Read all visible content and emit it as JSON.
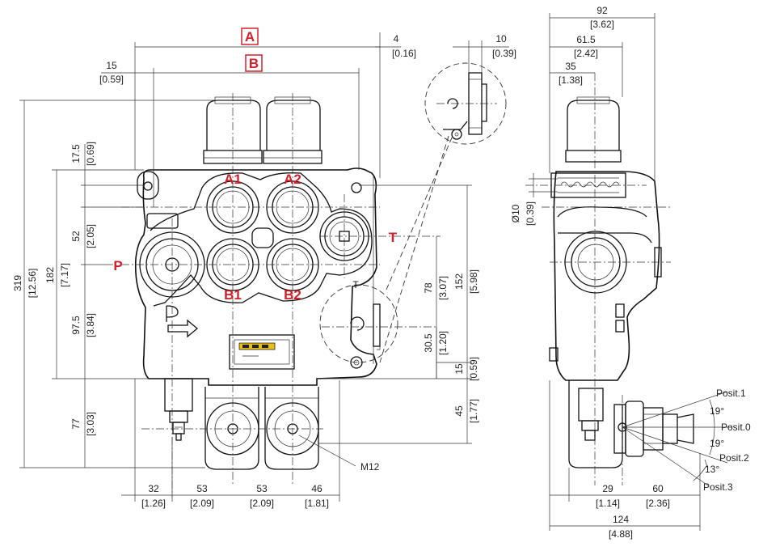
{
  "labels": {
    "A": "A",
    "B": "B",
    "A1": "A1",
    "A2": "A2",
    "B1": "B1",
    "B2": "B2",
    "P": "P",
    "T": "T",
    "T_small": "T",
    "M12": "M12",
    "posit1": "Posit.1",
    "posit0": "Posit.0",
    "posit2": "Posit.2",
    "posit3": "Posit.3",
    "ang19a": "19°",
    "ang19b": "19°",
    "ang13": "13°"
  },
  "dims": {
    "d4": {
      "mm": "4",
      "in": "[0.16]"
    },
    "d10": {
      "mm": "10",
      "in": "[0.39]"
    },
    "d15t": {
      "mm": "15",
      "in": "[0.59]"
    },
    "d92": {
      "mm": "92",
      "in": "[3.62]"
    },
    "d615": {
      "mm": "61.5",
      "in": "[2.42]"
    },
    "d35": {
      "mm": "35",
      "in": "[1.38]"
    },
    "d175": {
      "mm": "17.5",
      "in": "[0.69]"
    },
    "d52": {
      "mm": "52",
      "in": "[2.05]"
    },
    "d319": {
      "mm": "319",
      "in": "[12.56]"
    },
    "d182": {
      "mm": "182",
      "in": "[7.17]"
    },
    "d975": {
      "mm": "97.5",
      "in": "[3.84]"
    },
    "d77": {
      "mm": "77",
      "in": "[3.03]"
    },
    "d78": {
      "mm": "78",
      "in": "[3.07]"
    },
    "d152": {
      "mm": "152",
      "in": "[5.98]"
    },
    "d305": {
      "mm": "30.5",
      "in": "[1.20]"
    },
    "d15r": {
      "mm": "15",
      "in": "[0.59]"
    },
    "d45": {
      "mm": "45",
      "in": "[1.77]"
    },
    "d10dia": {
      "mm": "Ø10",
      "in": "[0.39]"
    },
    "d32": {
      "mm": "32",
      "in": "[1.26]"
    },
    "d53a": {
      "mm": "53",
      "in": "[2.09]"
    },
    "d53b": {
      "mm": "53",
      "in": "[2.09]"
    },
    "d46": {
      "mm": "46",
      "in": "[1.81]"
    },
    "d29": {
      "mm": "29",
      "in": "[1.14]"
    },
    "d60": {
      "mm": "60",
      "in": "[2.36]"
    },
    "d124": {
      "mm": "124",
      "in": "[4.88]"
    }
  }
}
